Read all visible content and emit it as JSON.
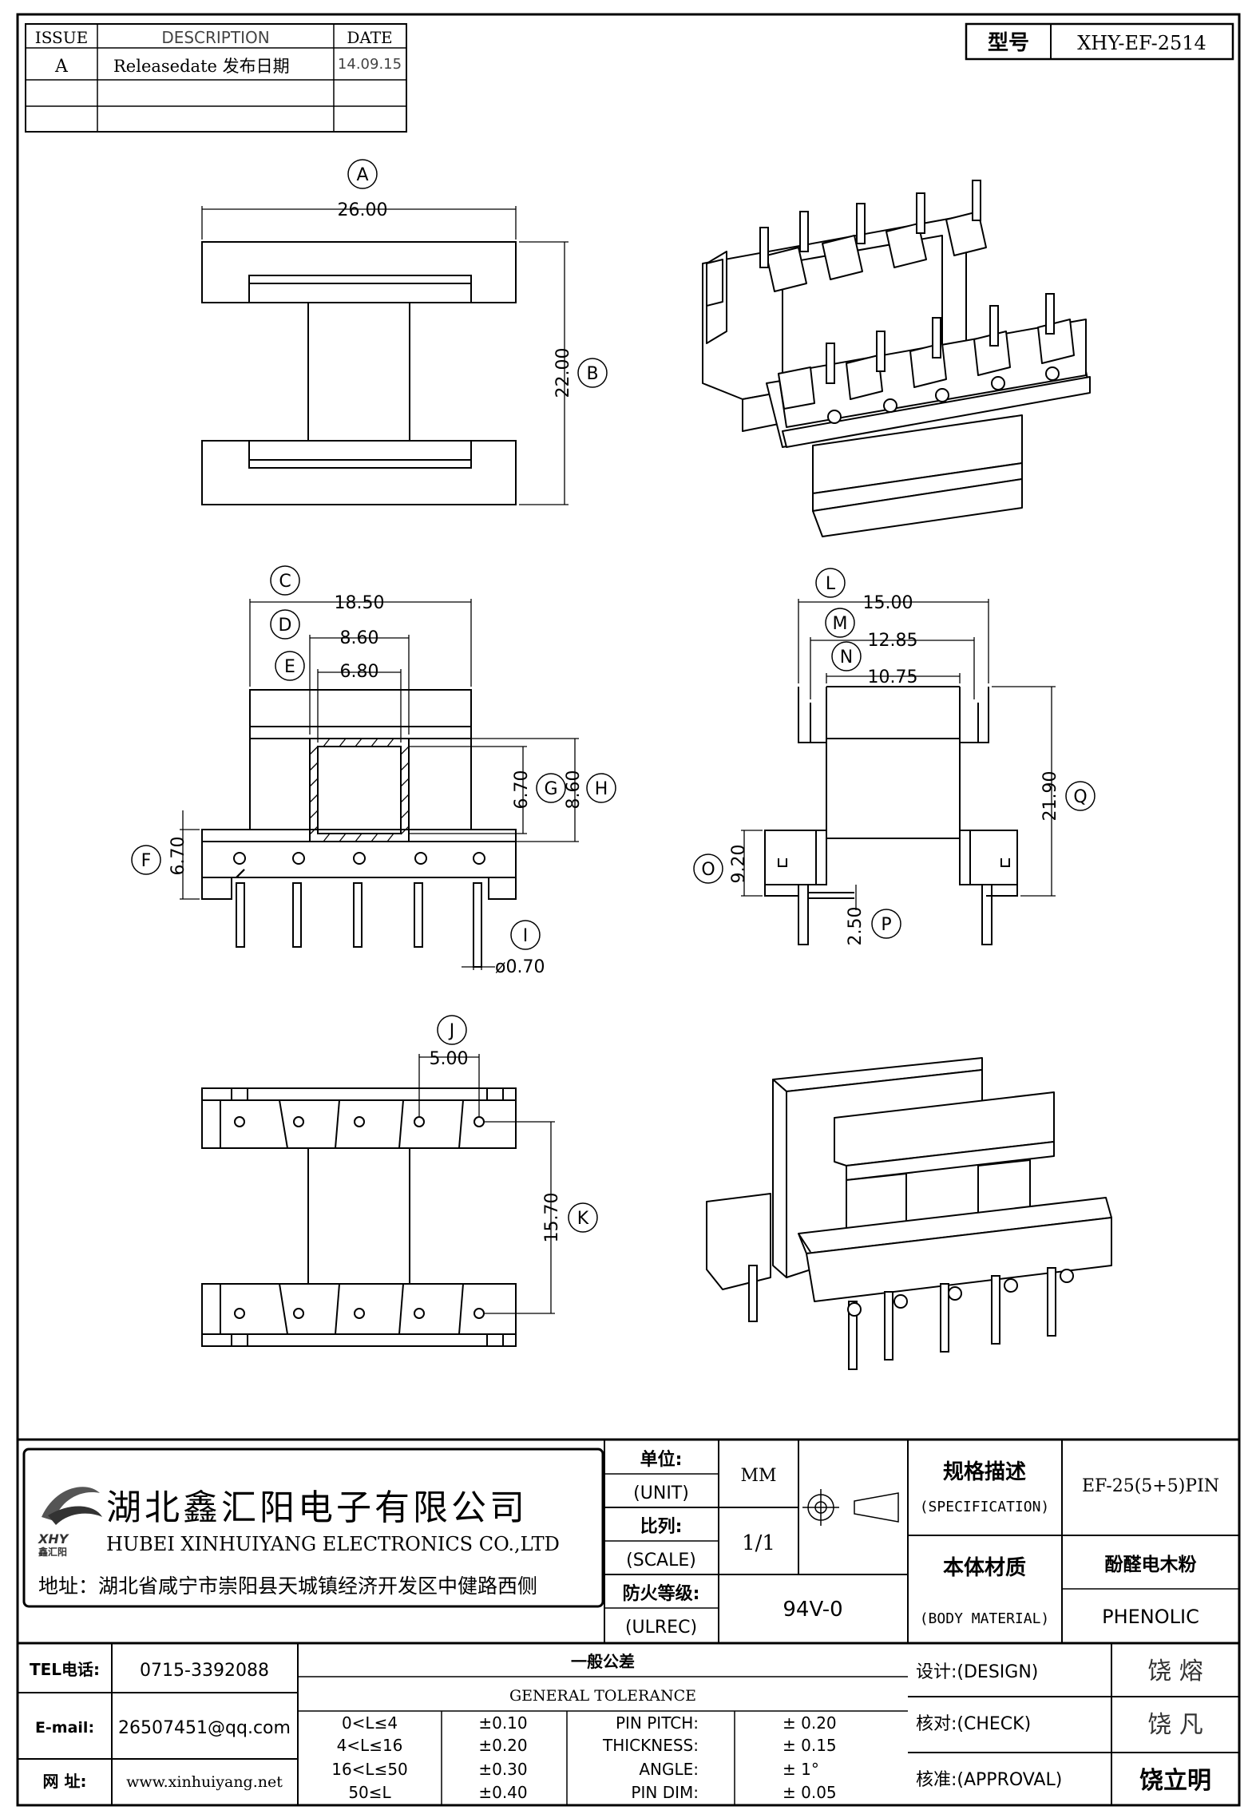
{
  "revision_table": {
    "headers": {
      "issue": "ISSUE",
      "description": "DESCRIPTION",
      "date": "DATE"
    },
    "rows": [
      {
        "issue": "A",
        "description": "Releasedate 发布日期",
        "date": "14.09.15"
      }
    ]
  },
  "model": {
    "label": "型号",
    "value": "XHY-EF-2514"
  },
  "dimensions": {
    "A": {
      "letter": "A",
      "value": "26.00"
    },
    "B": {
      "letter": "B",
      "value": "22.00"
    },
    "C": {
      "letter": "C",
      "value": "18.50"
    },
    "D": {
      "letter": "D",
      "value": "8.60"
    },
    "E": {
      "letter": "E",
      "value": "6.80"
    },
    "F": {
      "letter": "F",
      "value": "6.70"
    },
    "G": {
      "letter": "G",
      "value": "6.70"
    },
    "H": {
      "letter": "H",
      "value": "8.60"
    },
    "I": {
      "letter": "I",
      "value": "ø0.70"
    },
    "J": {
      "letter": "J",
      "value": "5.00"
    },
    "K": {
      "letter": "K",
      "value": "15.70"
    },
    "L": {
      "letter": "L",
      "value": "15.00"
    },
    "M": {
      "letter": "M",
      "value": "12.85"
    },
    "N": {
      "letter": "N",
      "value": "10.75"
    },
    "O": {
      "letter": "O",
      "value": "9.20"
    },
    "P": {
      "letter": "P",
      "value": "2.50"
    },
    "Q": {
      "letter": "Q",
      "value": "21.90"
    }
  },
  "company": {
    "logo_text": "XHY",
    "logo_sub": "鑫汇阳",
    "name_cn": "湖北鑫汇阳电子有限公司",
    "name_en": "HUBEI XINHUIYANG ELECTRONICS CO.,LTD",
    "address": "地址：湖北省咸宁市崇阳县天城镇经济开发区中健路西侧"
  },
  "unit": {
    "label_cn": "单位:",
    "label_en": "(UNIT)",
    "value": "MM"
  },
  "scale": {
    "label_cn": "比列:",
    "label_en": "(SCALE)",
    "value": "1/1"
  },
  "fire_rating": {
    "label_cn": "防火等级:",
    "label_en": "(ULREC)",
    "value": "94V-0"
  },
  "specification": {
    "label_cn": "规格描述",
    "label_en": "(SPECIFICATION)",
    "value": "EF-25(5+5)PIN"
  },
  "body_material": {
    "label_cn": "本体材质",
    "label_en": "(BODY MATERIAL)",
    "value_cn": "酚醛电木粉",
    "value_en": "PHENOLIC"
  },
  "contact": {
    "tel_label": "TEL电话:",
    "tel": "0715-3392088",
    "email_label": "E-mail:",
    "email": "26507451@qq.com",
    "web_label": "网  址:",
    "web": "www.xinhuiyang.net"
  },
  "tolerance": {
    "title_cn": "一般公差",
    "title_en": "GENERAL TOLERANCE",
    "ranges": [
      {
        "range": "0<L≤4",
        "value": "±0.10"
      },
      {
        "range": "4<L≤16",
        "value": "±0.20"
      },
      {
        "range": "16<L≤50",
        "value": "±0.30"
      },
      {
        "range": "50≤L",
        "value": "±0.40"
      }
    ],
    "specials": [
      {
        "label": "PIN PITCH:",
        "value": "±  0.20"
      },
      {
        "label": "THICKNESS:",
        "value": "±  0.15"
      },
      {
        "label": "ANGLE:",
        "value": "±  1°"
      },
      {
        "label": "PIN DIM:",
        "value": "±  0.05"
      }
    ]
  },
  "approvals": [
    {
      "label": "设计:(DESIGN)",
      "name": "饶  熔"
    },
    {
      "label": "核对:(CHECK)",
      "name": "饶  凡"
    },
    {
      "label": "核准:(APPROVAL)",
      "name": "饶立明"
    }
  ]
}
